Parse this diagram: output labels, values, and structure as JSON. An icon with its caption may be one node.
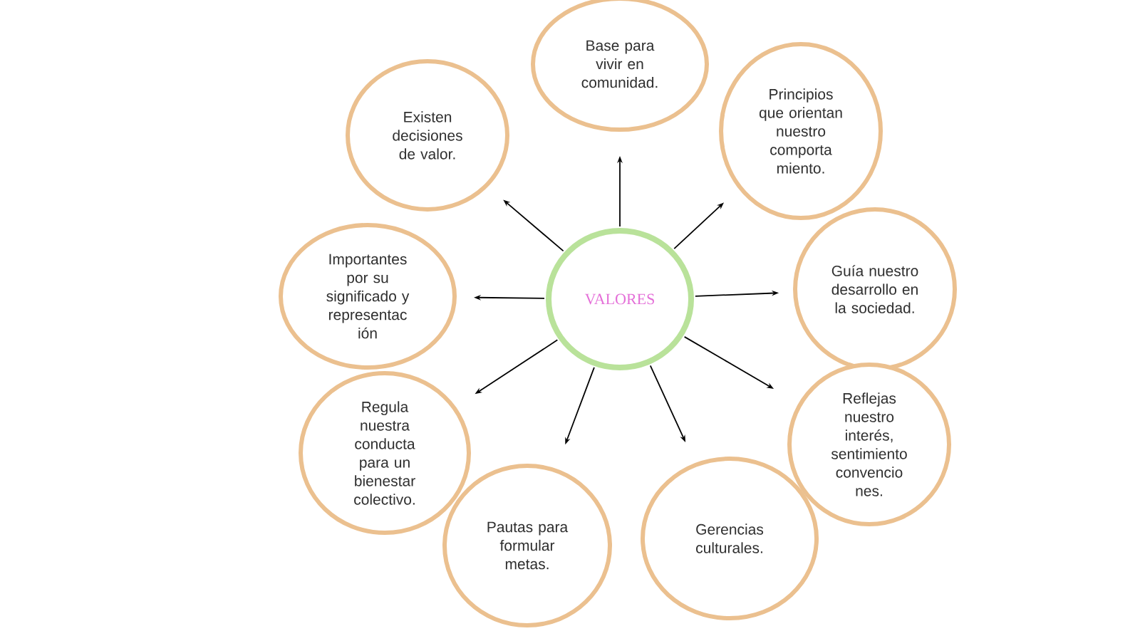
{
  "diagram": {
    "nodes": [
      {
        "text": [
          "VALORES"
        ]
      },
      {
        "text": [
          "Base para vivir en comunidad."
        ]
      },
      {
        "text": [
          "Existen decisiones de valor."
        ]
      },
      {
        "text": [
          "Principios que orientan nuestro comporta miento."
        ]
      },
      {
        "text": [
          "Importantes por su significado y representac ión"
        ]
      },
      {
        "text": [
          "Guía nuestro desarrollo en la sociedad."
        ]
      },
      {
        "text": [
          "Regula nuestra conducta para un bienestar colectivo."
        ]
      },
      {
        "text": [
          "Reflejas nuestro interés, sentimiento convencio nes."
        ]
      },
      {
        "text": [
          "Pautas para formular metas."
        ]
      },
      {
        "text": [
          "Gerencias culturales."
        ]
      }
    ],
    "edges": [
      {
        "from": 0,
        "to": 1,
        "arrow": "to"
      },
      {
        "from": 0,
        "to": 2,
        "arrow": "to"
      },
      {
        "from": 0,
        "to": 3,
        "arrow": "to"
      },
      {
        "from": 0,
        "to": 4,
        "arrow": "to"
      },
      {
        "from": 0,
        "to": 5,
        "arrow": "to"
      },
      {
        "from": 0,
        "to": 6,
        "arrow": "to"
      },
      {
        "from": 0,
        "to": 7,
        "arrow": "to"
      },
      {
        "from": 0,
        "to": 8,
        "arrow": "to"
      },
      {
        "from": 0,
        "to": 9,
        "arrow": "to"
      }
    ]
  }
}
